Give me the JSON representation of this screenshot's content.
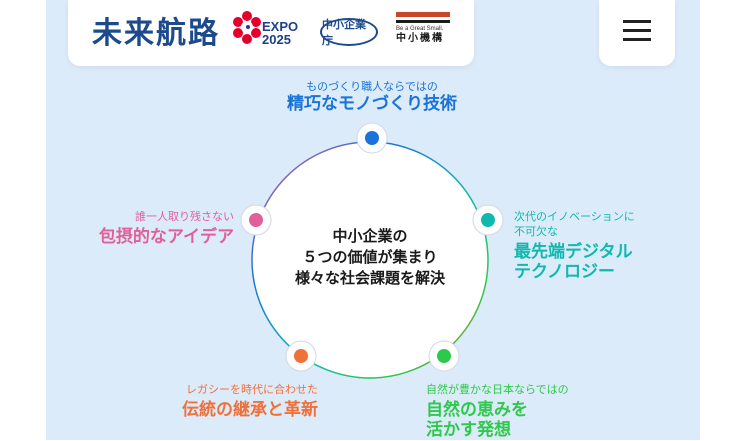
{
  "header": {
    "brand": "未来航路",
    "expo_name": "EXPO",
    "expo_year": "2025",
    "sme_logo": "中小企業庁",
    "kiko_tagline": "Be a Great Small.",
    "kiko_name": "中小機構"
  },
  "menu": {
    "icon": "hamburger-icon"
  },
  "center": {
    "line1": "中小企業の",
    "line2": "５つの価値が集まり",
    "line3": "様々な社会課題を解決"
  },
  "values": {
    "top": {
      "small": "ものづくり職人ならではの",
      "big": "精巧なモノづくり技術",
      "color": "#1a73d9"
    },
    "right": {
      "small1": "次代のイノベーションに",
      "small2": "不可欠な",
      "big1": "最先端デジタル",
      "big2": "テクノロジー",
      "color": "#10b8ad"
    },
    "bottom_right": {
      "small": "自然が豊かな日本ならではの",
      "big1": "自然の恵みを",
      "big2": "活かす発想",
      "color": "#2ec84a"
    },
    "bottom_left": {
      "small": "レガシーを時代に合わせた",
      "big": "伝統の継承と革新",
      "color": "#f0703a"
    },
    "left": {
      "small": "誰一人取り残さない",
      "big": "包摂的なアイデア",
      "color": "#e0609a"
    }
  }
}
